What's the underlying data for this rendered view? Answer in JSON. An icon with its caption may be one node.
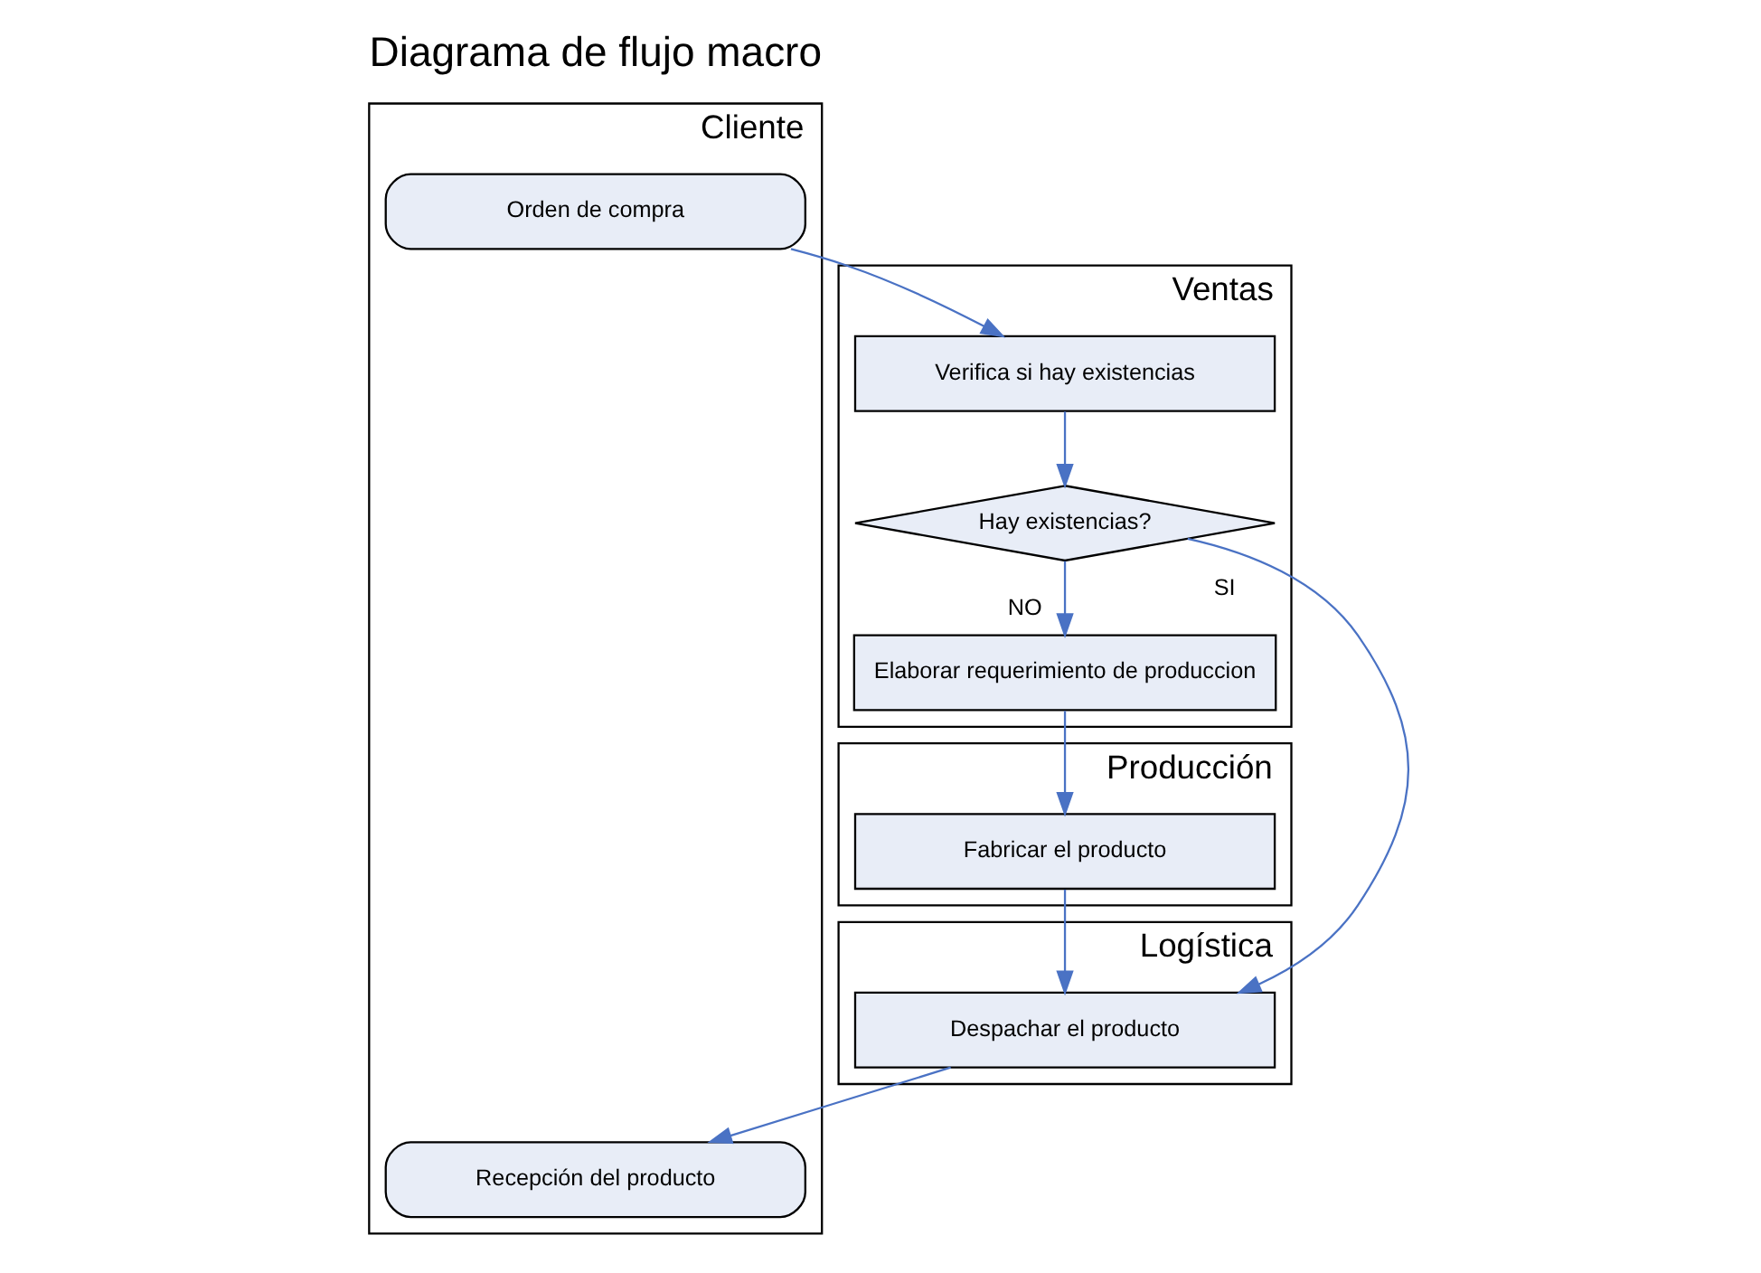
{
  "diagram": {
    "title": "Diagrama de flujo macro",
    "nodes": [
      {
        "text": [
          "Cliente"
        ]
      },
      {
        "text": [
          "Orden de compra"
        ],
        "in": 0
      },
      {
        "text": [
          "Recepción del producto"
        ],
        "in": 0
      },
      {
        "text": [
          "Ventas"
        ]
      },
      {
        "text": [
          "Verifica si hay existencias"
        ],
        "in": 3
      },
      {
        "text": [
          "Hay existencias?"
        ],
        "in": 3
      },
      {
        "text": [
          "Elaborar requerimiento de produccion"
        ],
        "in": 3
      },
      {
        "text": [
          "Producción"
        ]
      },
      {
        "text": [
          "Fabricar el producto"
        ],
        "in": 7
      },
      {
        "text": [
          "Logística"
        ]
      },
      {
        "text": [
          "Despachar el producto"
        ],
        "in": 9
      }
    ],
    "edges": [
      {
        "from": 1,
        "to": 4,
        "arrow": "to"
      },
      {
        "from": 4,
        "to": 5,
        "arrow": "to"
      },
      {
        "from": 5,
        "to": 6,
        "arrow": "to",
        "label": "NO"
      },
      {
        "from": 6,
        "to": 8,
        "arrow": "to"
      },
      {
        "from": 8,
        "to": 10,
        "arrow": "to"
      },
      {
        "from": 5,
        "to": 10,
        "arrow": "to",
        "label": "SI"
      },
      {
        "from": 10,
        "to": 2,
        "arrow": "to"
      }
    ]
  }
}
